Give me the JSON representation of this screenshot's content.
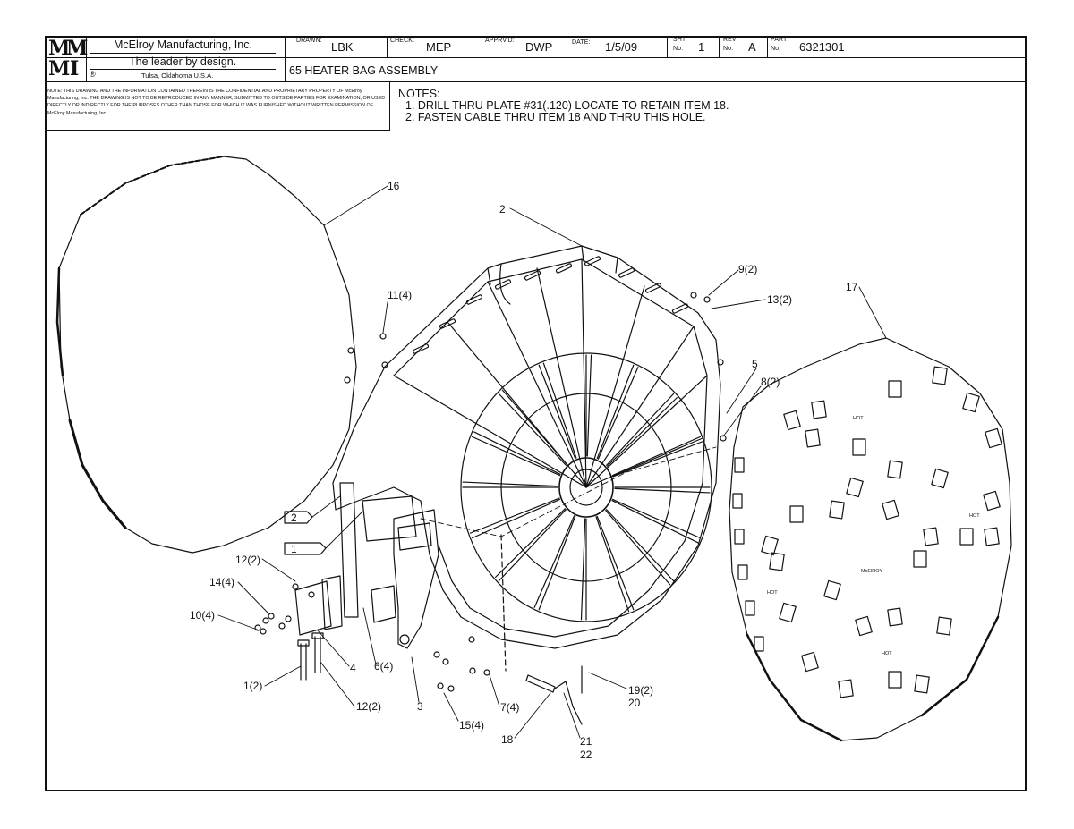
{
  "company": {
    "logo_letters": [
      "M",
      "M",
      "M",
      "I"
    ],
    "name": "McElroy Manufacturing, Inc.",
    "slogan": "The leader by design.",
    "location": "Tulsa, Oklahoma U.S.A.",
    "mark": "®"
  },
  "title_block": {
    "drawn_label": "DRAWN:",
    "drawn": "LBK",
    "check_label": "CHECK:",
    "check": "MEP",
    "apprvd_label": "APPRV'D:",
    "apprvd": "DWP",
    "date_label": "DATE:",
    "date": "1/5/09",
    "sht_label_1": "SHT",
    "sht_label_2": "No:",
    "sht": "1",
    "rev_label_1": "REV",
    "rev_label_2": "No:",
    "rev": "A",
    "part_label_1": "PART",
    "part_label_2": "No:",
    "part": "6321301",
    "title": "65 HEATER BAG ASSEMBLY"
  },
  "confidential_note": "NOTE: THIS DRAWING AND THE INFORMATION CONTAINED THEREIN IS THE CONFIDENTIAL AND PROPRIETARY PROPERTY OF McElroy Manufacturing, Inc. THE DRAWING IS NOT TO BE REPRODUCED IN ANY MANNER, SUBMITTED TO OUTSIDE PARTIES FOR EXAMINATION, OR USED DIRECTLY OR INDIRECTLY FOR THE PURPOSES OTHER THAN THOSE FOR WHICH IT WAS FURNISHED WITHOUT WRITTEN PERMISSION OF McElroy Manufacturing, Inc.",
  "notes": {
    "heading": "NOTES:",
    "items": [
      "1. DRILL THRU PLATE #31(.120) LOCATE TO RETAIN ITEM 18.",
      "2. FASTEN CABLE THRU ITEM 18 AND THRU THIS HOLE."
    ]
  },
  "callouts": {
    "c16": "16",
    "c2": "2",
    "c9": "9(2)",
    "c13": "13(2)",
    "c11": "11(4)",
    "c17": "17",
    "c5": "5",
    "c8": "8(2)",
    "flag2": "2",
    "flag1": "1",
    "c12a": "12(2)",
    "c14": "14(4)",
    "c10": "10(4)",
    "c4": "4",
    "c6": "6(4)",
    "c1": "1(2)",
    "c12b": "12(2)",
    "c3": "3",
    "c7": "7(4)",
    "c15": "15(4)",
    "c18": "18",
    "c19": "19(2)",
    "c20": "20",
    "c21": "21",
    "c22": "22"
  },
  "part_marks": {
    "hot": "HOT",
    "mcelroy": "McElROY"
  },
  "colors": {
    "line": "#111111",
    "paper": "#ffffff"
  }
}
